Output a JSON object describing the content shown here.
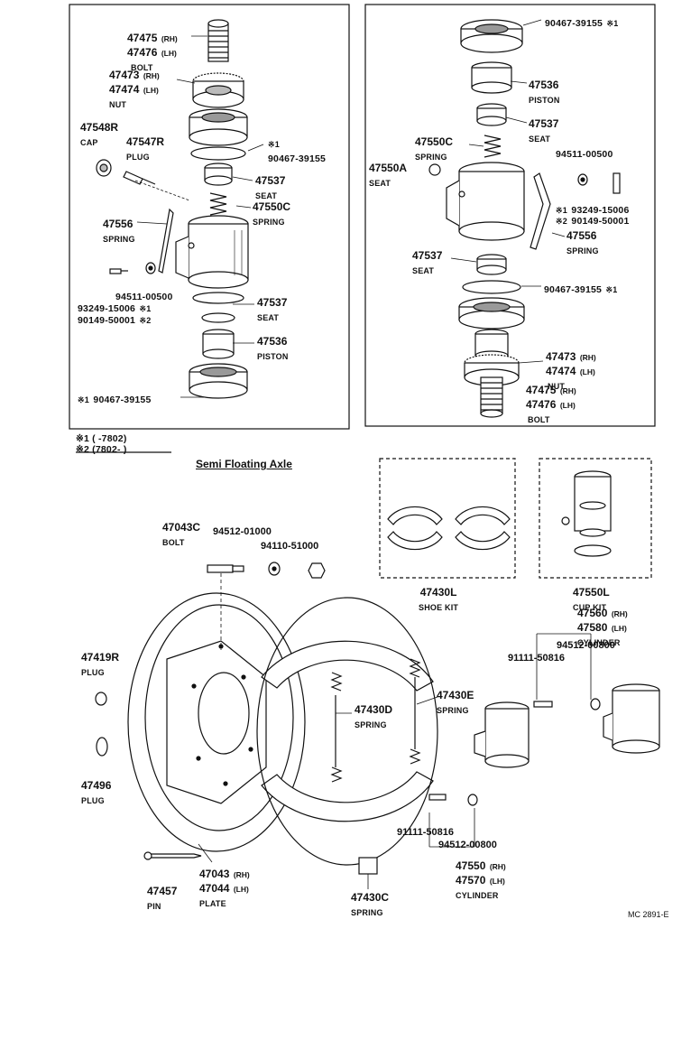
{
  "top_left": {
    "bolt": {
      "pn1": "47475",
      "s1": "(RH)",
      "pn2": "47476",
      "s2": "(LH)",
      "name": "BOLT"
    },
    "nut": {
      "pn1": "47473",
      "s1": "(RH)",
      "pn2": "47474",
      "s2": "(LH)",
      "name": "NUT"
    },
    "cap": {
      "pn": "47548R",
      "name": "CAP"
    },
    "plug": {
      "pn": "47547R",
      "name": "PLUG"
    },
    "ring_top": {
      "mark": "※1",
      "pn": "90467-39155"
    },
    "seat_top": {
      "pn": "47537",
      "name": "SEAT"
    },
    "spring_c": {
      "pn": "47550C",
      "name": "SPRING"
    },
    "spring": {
      "pn": "47556",
      "name": "SPRING"
    },
    "washer": {
      "pn": "94511-00500"
    },
    "screw1": {
      "pn": "93249-15006",
      "mark": "※1"
    },
    "screw2": {
      "pn": "90149-50001",
      "mark": "※2"
    },
    "seat_bot": {
      "pn": "47537",
      "name": "SEAT"
    },
    "piston": {
      "pn": "47536",
      "name": "PISTON"
    },
    "ring_bot": {
      "mark": "※1",
      "pn": "90467-39155"
    }
  },
  "top_right": {
    "ring_top": {
      "pn": "90467-39155",
      "mark": "※1"
    },
    "piston": {
      "pn": "47536",
      "name": "PISTON"
    },
    "seat_top": {
      "pn": "47537",
      "name": "SEAT"
    },
    "spring_c": {
      "pn": "47550C",
      "name": "SPRING"
    },
    "washer": {
      "pn": "94511-00500"
    },
    "seat_a": {
      "pn": "47550A",
      "name": "SEAT"
    },
    "screw1": {
      "mark": "※1",
      "pn": "93249-15006"
    },
    "screw2": {
      "mark": "※2",
      "pn": "90149-50001"
    },
    "spring": {
      "pn": "47556",
      "name": "SPRING"
    },
    "seat_bot": {
      "pn": "47537",
      "name": "SEAT"
    },
    "ring_bot": {
      "pn": "90467-39155",
      "mark": "※1"
    },
    "nut": {
      "pn1": "47473",
      "s1": "(RH)",
      "pn2": "47474",
      "s2": "(LH)",
      "name": "NUT"
    },
    "bolt": {
      "pn1": "47475",
      "s1": "(RH)",
      "pn2": "47476",
      "s2": "(LH)",
      "name": "BOLT"
    }
  },
  "footnotes": {
    "n1": "※1 (      -7802)",
    "n2": "※2 (7802-        )"
  },
  "section_title": "Semi Floating Axle",
  "bottom": {
    "bolt": {
      "pn": "47043C",
      "name": "BOLT"
    },
    "washer": {
      "pn": "94512-01000"
    },
    "nut": {
      "pn": "94110-51000"
    },
    "shoe_kit": {
      "pn": "47430L",
      "name": "SHOE KIT"
    },
    "cup_kit": {
      "pn": "47550L",
      "name": "CUP KIT"
    },
    "cylinder_r": {
      "pn1": "47560",
      "s1": "(RH)",
      "pn2": "47580",
      "s2": "(LH)",
      "name": "CYLINDER"
    },
    "washer_r": {
      "pn": "94512-00800"
    },
    "bolt_r": {
      "pn": "91111-50816"
    },
    "plug1": {
      "pn": "47419R",
      "name": "PLUG"
    },
    "spring_d": {
      "pn": "47430D",
      "name": "SPRING"
    },
    "spring_e": {
      "pn": "47430E",
      "name": "SPRING"
    },
    "plug2": {
      "pn": "47496",
      "name": "PLUG"
    },
    "bolt_b": {
      "pn": "91111-50816"
    },
    "washer_b": {
      "pn": "94512-00800"
    },
    "cylinder_b": {
      "pn1": "47550",
      "s1": "(RH)",
      "pn2": "47570",
      "s2": "(LH)",
      "name": "CYLINDER"
    },
    "pin": {
      "pn": "47457",
      "name": "PIN"
    },
    "plate": {
      "pn1": "47043",
      "s1": "(RH)",
      "pn2": "47044",
      "s2": "(LH)",
      "name": "PLATE"
    },
    "spring_c": {
      "pn": "47430C",
      "name": "SPRING"
    }
  },
  "code": "MC 2891-E"
}
